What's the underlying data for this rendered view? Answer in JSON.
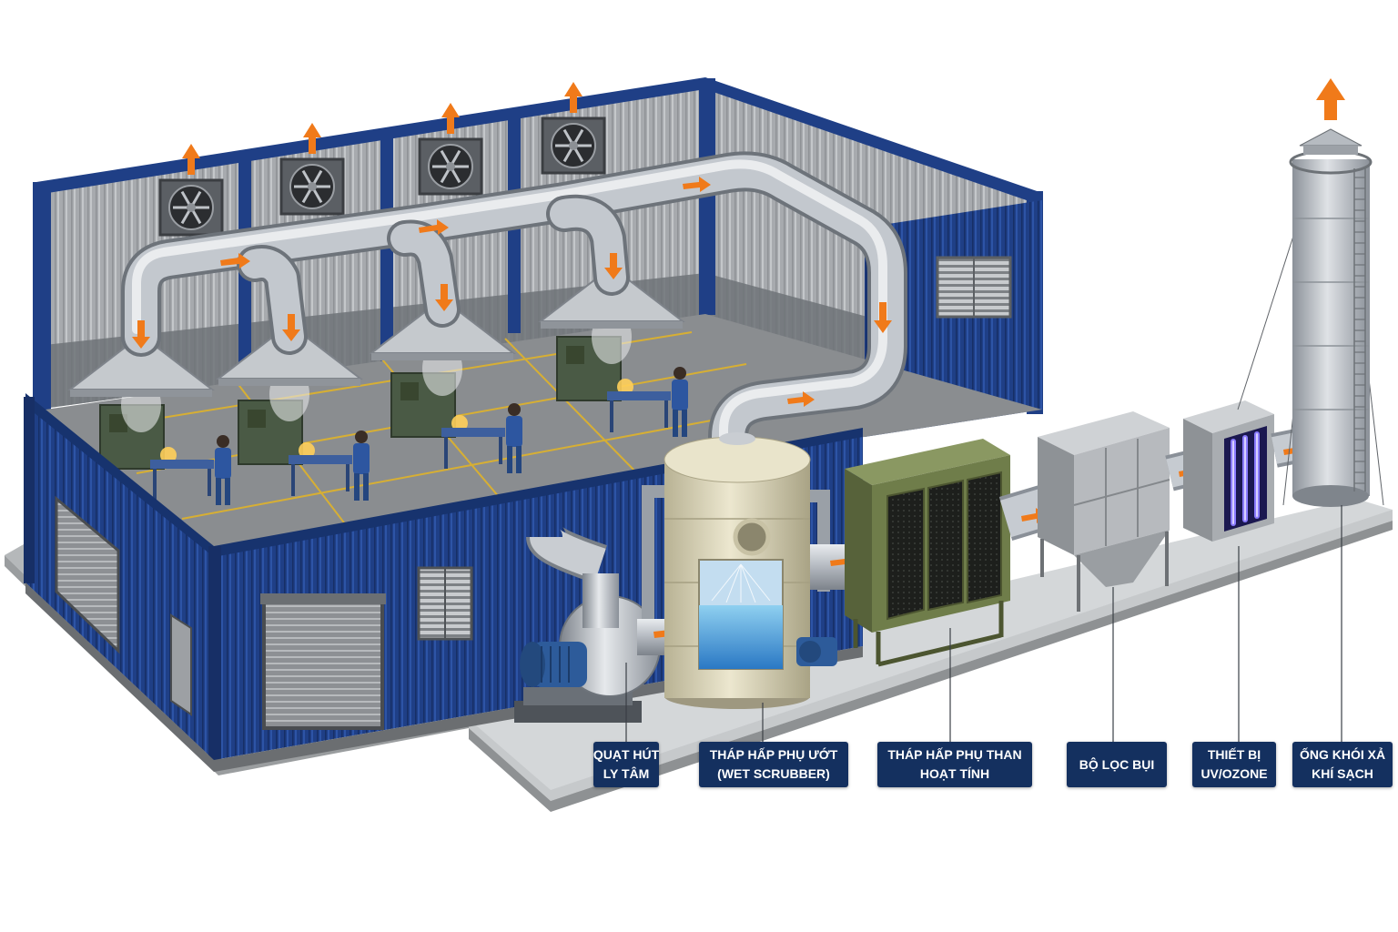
{
  "labels": {
    "fan": {
      "line1": "QUẠT HÚT",
      "line2": "LY TÂM"
    },
    "wet_scrubber": {
      "line1": "THÁP HẤP PHỤ ƯỚT",
      "line2": "(WET SCRUBBER)"
    },
    "carbon_tower": {
      "line1": "THÁP HẤP PHỤ THAN",
      "line2": "HOẠT TÍNH"
    },
    "dust_filter": {
      "line1": "BỘ LỌC BỤI"
    },
    "uv_ozone": {
      "line1": "THIẾT BỊ",
      "line2": "UV/OZONE"
    },
    "chimney": {
      "line1": "ỐNG KHÓI XẢ",
      "line2": "KHÍ SẠCH"
    }
  },
  "colors": {
    "wall_blue": "#1f3f86",
    "label_bg": "#14305f",
    "duct_steel": "#b9bec5",
    "arrow_orange": "#f07a1a",
    "carbon_green": "#6f7d4a",
    "scrubber_beige": "#d8d2b6",
    "floor_grey": "#8a8d90",
    "uv_purple": "#6a4bff"
  },
  "icons": [
    "exhaust-fan-icon",
    "flow-arrow-icon",
    "hood-icon",
    "worker-icon",
    "roller-door-icon",
    "louver-icon"
  ]
}
